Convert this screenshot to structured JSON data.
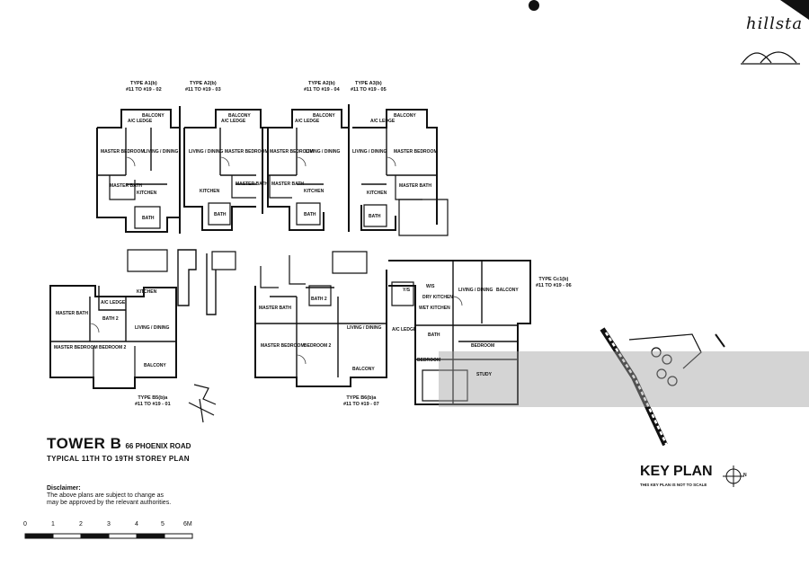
{
  "logo": {
    "text": "hillsta"
  },
  "title": {
    "tower": "TOWER B",
    "address": "66 PHOENIX ROAD",
    "subtitle": "TYPICAL 11TH TO 19TH STOREY PLAN"
  },
  "disclaimer": {
    "heading": "Disclaimer:",
    "lines": [
      "The above plans are subject to change as",
      "may be approved by the relevant authorities."
    ]
  },
  "scale_bar": {
    "ticks": [
      "0",
      "1",
      "2",
      "3",
      "4",
      "5",
      "6M"
    ]
  },
  "key_plan": {
    "title": "KEY PLAN",
    "note": "THIS KEY PLAN IS NOT TO SCALE",
    "north": "N"
  },
  "unit_types": [
    {
      "type": "TYPE A1(b)",
      "range": "#11 TO #19 - 02"
    },
    {
      "type": "TYPE A2(b)",
      "range": "#11 TO #19 - 03"
    },
    {
      "type": "TYPE A2(b)",
      "range": "#11 TO #19 - 04"
    },
    {
      "type": "TYPE A3(b)",
      "range": "#11 TO #19 - 05"
    },
    {
      "type": "TYPE Cc1(b)",
      "range": "#11 TO #19 - 06"
    },
    {
      "type": "TYPE B5(b)a",
      "range": "#11 TO #19 - 01"
    },
    {
      "type": "TYPE B6(b)a",
      "range": "#11 TO #19 - 07"
    }
  ],
  "rooms": {
    "balcony": "BALCONY",
    "ac_ledge": "A/C LEDGE",
    "master_bedroom": "MASTER BEDROOM",
    "living_dining": "LIVING / DINING",
    "kitchen": "KITCHEN",
    "master_bath": "MASTER BATH",
    "bath": "BATH",
    "bath2": "BATH 2",
    "bedroom2": "BEDROOM 2",
    "bedroom": "BEDROOM",
    "ys": "Y/S",
    "ws": "W/S",
    "dry_kitchen": "DRY KITCHEN",
    "wet_kitchen": "WET KITCHEN",
    "study": "STUDY"
  }
}
